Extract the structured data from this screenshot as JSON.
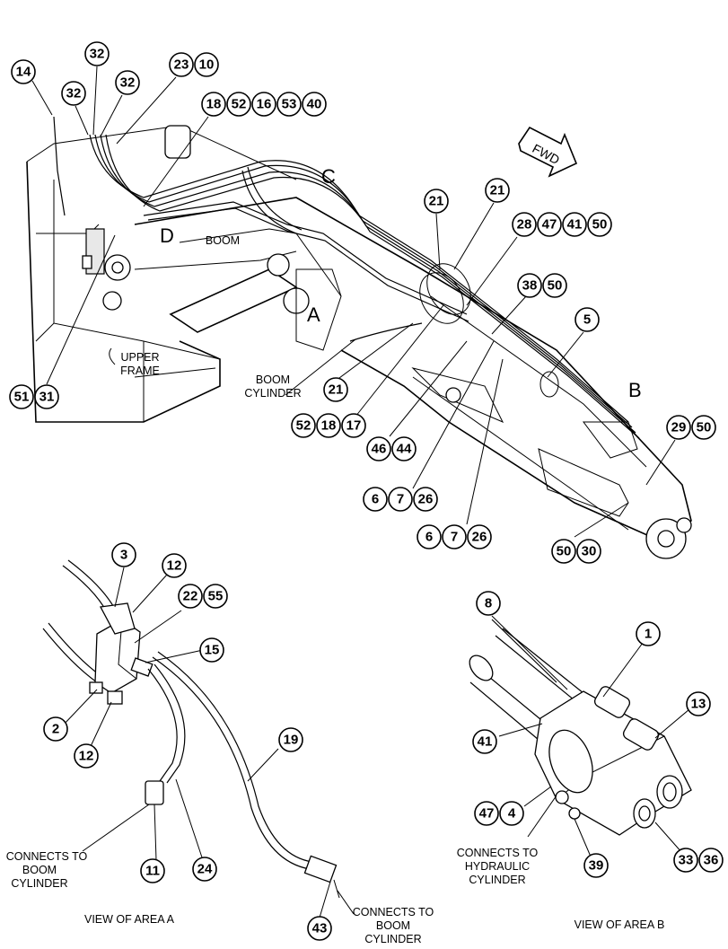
{
  "callouts": {
    "c14": "14",
    "c32a": "32",
    "c32b": "32",
    "c32c": "32",
    "c23": "23",
    "c10": "10",
    "c18a": "18",
    "c52a": "52",
    "c16": "16",
    "c53": "53",
    "c40": "40",
    "c21a": "21",
    "c21b": "21",
    "c28": "28",
    "c47a": "47",
    "c41a": "41",
    "c50a": "50",
    "c38": "38",
    "c50b": "50",
    "c5": "5",
    "c29": "29",
    "c50c": "50",
    "c51": "51",
    "c31": "31",
    "c21c": "21",
    "c52b": "52",
    "c18b": "18",
    "c17": "17",
    "c46": "46",
    "c44": "44",
    "c6a": "6",
    "c7a": "7",
    "c26a": "26",
    "c6b": "6",
    "c7b": "7",
    "c26b": "26",
    "c50d": "50",
    "c30": "30",
    "c3": "3",
    "c12a": "12",
    "c22": "22",
    "c55": "55",
    "c15": "15",
    "c2": "2",
    "c12b": "12",
    "c19": "19",
    "c11": "11",
    "c24": "24",
    "c43": "43",
    "c8": "8",
    "c1": "1",
    "c13": "13",
    "c41b": "41",
    "c47b": "47",
    "c4": "4",
    "c39": "39",
    "c33": "33",
    "c36": "36"
  },
  "areas": {
    "a": "A",
    "b": "B",
    "c": "C",
    "d": "D"
  },
  "labels": {
    "fwd": "FWD",
    "boom": "BOOM",
    "upper_frame_1": "UPPER",
    "upper_frame_2": "FRAME",
    "boom_cyl_1": "BOOM",
    "boom_cyl_2": "CYLINDER",
    "conn_a_left_1": "CONNECTS TO",
    "conn_a_left_2": "BOOM",
    "conn_a_left_3": "CYLINDER",
    "conn_a_right_1": "CONNECTS TO",
    "conn_a_right_2": "BOOM",
    "conn_a_right_3": "CYLINDER",
    "conn_b_1": "CONNECTS TO",
    "conn_b_2": "HYDRAULIC",
    "conn_b_3": "CYLINDER",
    "view_a": "VIEW OF AREA A",
    "view_b": "VIEW OF AREA B"
  }
}
